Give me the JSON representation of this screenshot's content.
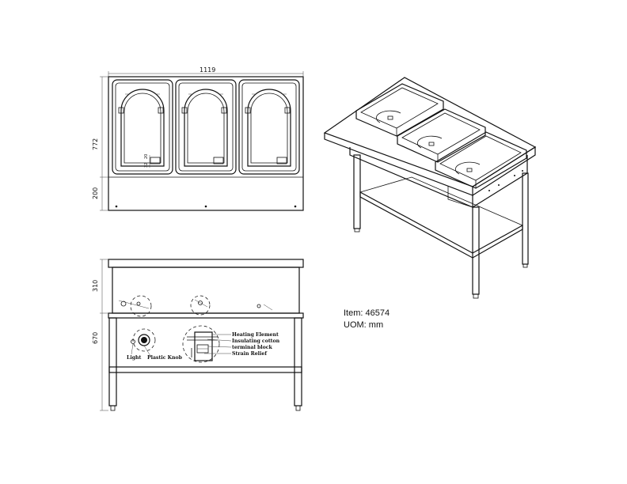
{
  "dimensions": {
    "overall_width": "1119",
    "top_depth": "772",
    "front_ledge": "200",
    "well_height": "310",
    "leg_height": "670",
    "small_a": "20",
    "small_b": "32"
  },
  "callouts": {
    "heating_element": "Heating Element",
    "insulating_cotton": "Insulating cotton",
    "terminal_block": "terminal block",
    "strain_relief": "Strain Relief",
    "light": "Light",
    "plastic_knob": "Plastic Knob"
  },
  "info": {
    "item": "Item: 46574",
    "uom": "UOM: mm"
  }
}
